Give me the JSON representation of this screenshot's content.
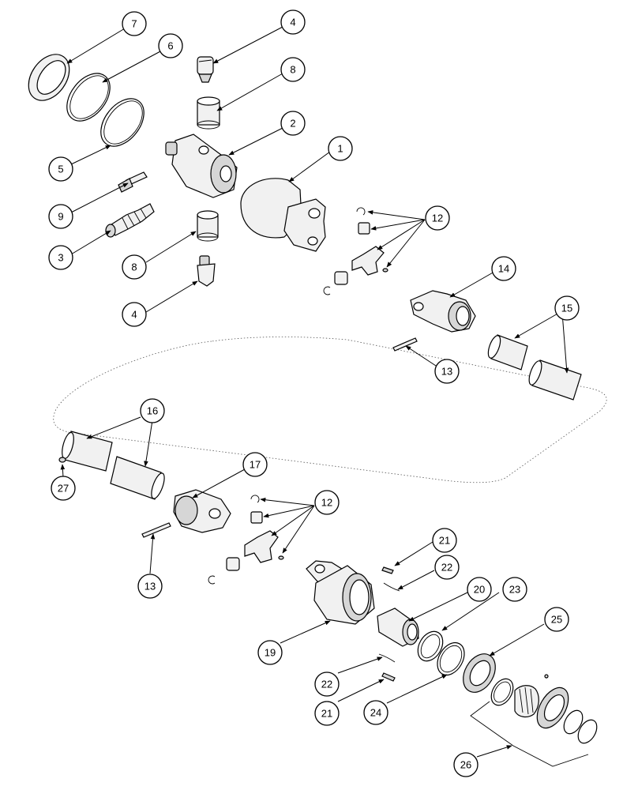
{
  "callouts": {
    "c1": "1",
    "c2": "2",
    "c3": "3",
    "c4a": "4",
    "c4b": "4",
    "c5": "5",
    "c6": "6",
    "c7": "7",
    "c8a": "8",
    "c8b": "8",
    "c9": "9",
    "c12a": "12",
    "c12b": "12",
    "c13a": "13",
    "c13b": "13",
    "c14": "14",
    "c15": "15",
    "c16": "16",
    "c17": "17",
    "c19": "19",
    "c20": "20",
    "c21a": "21",
    "c21b": "21",
    "c22a": "22",
    "c22b": "22",
    "c23": "23",
    "c24": "24",
    "c25": "25",
    "c26": "26",
    "c27": "27"
  }
}
